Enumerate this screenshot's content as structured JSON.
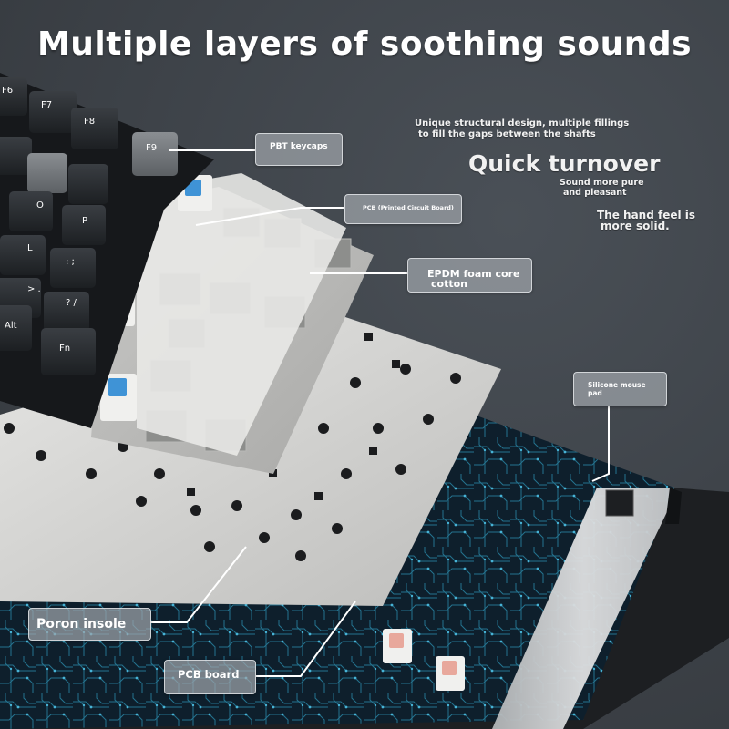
{
  "title": "Multiple layers of soothing sounds",
  "annotations": {
    "structural_line1": "Unique structural design, multiple fillings",
    "structural_line2": "to fill the gaps between the shafts",
    "quick_turnover": "Quick turnover",
    "sound_line1": "Sound more pure",
    "sound_line2": "and pleasant",
    "hand_feel_line1": "The hand feel is",
    "hand_feel_line2": "more solid."
  },
  "labels": {
    "pbt_keycaps": "PBT keycaps",
    "pcb_printed_circuit": "PCB (Printed Circuit Board)",
    "epdm_line1": "EPDM foam core",
    "epdm_line2": "cotton",
    "silicone_line1": "Silicone mouse",
    "silicone_line2": "pad",
    "poron_insole": "Poron insole",
    "pcb_board": "PCB board"
  },
  "keys": {
    "f6": "F6",
    "f7": "F7",
    "f8": "F8",
    "f9": "F9",
    "o": "O",
    "p": "P",
    "l": "L",
    "colon": ": ;",
    "period": "> .",
    "slash": "? /",
    "alt": "Alt",
    "fn": "Fn"
  },
  "colors": {
    "background": "#3f444a",
    "keycap_dark": "#24272b",
    "keycap_gray": "#6b6f73",
    "switch_blue": "#3f93d6",
    "switch_pink": "#e8a89c",
    "pcb_dark": "#0e1f2c",
    "pcb_trace": "#2a8fb0",
    "plate": "#d8d8d6",
    "label_bg": "#a0a5aa"
  }
}
